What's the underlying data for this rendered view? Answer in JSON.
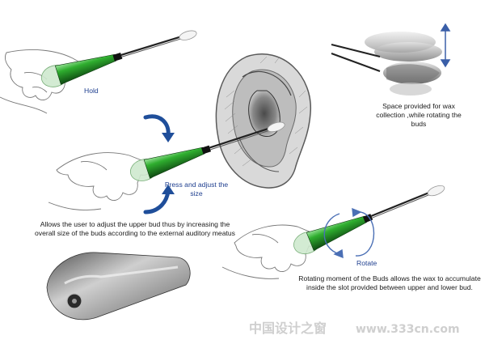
{
  "labels": {
    "hold": "Hold",
    "press": "Press and adjust the size",
    "rotate": "Rotate",
    "space": "Space provided for wax collection ,while rotating the buds",
    "adjust": "Allows the user to adjust the upper bud thus by increasing the overall size of the buds according to the external auditory meatus",
    "moment": "Rotating moment of the Buds allows the wax to accumulate inside the slot provided between upper and lower bud."
  },
  "watermark": {
    "cn": "中国设计之窗",
    "url": "www.333cn.com"
  },
  "colors": {
    "grip_green": "#2fae2f",
    "grip_dark": "#0f4a12",
    "accent_blue": "#1f4e9a",
    "label_blue": "#1f3f8f"
  }
}
